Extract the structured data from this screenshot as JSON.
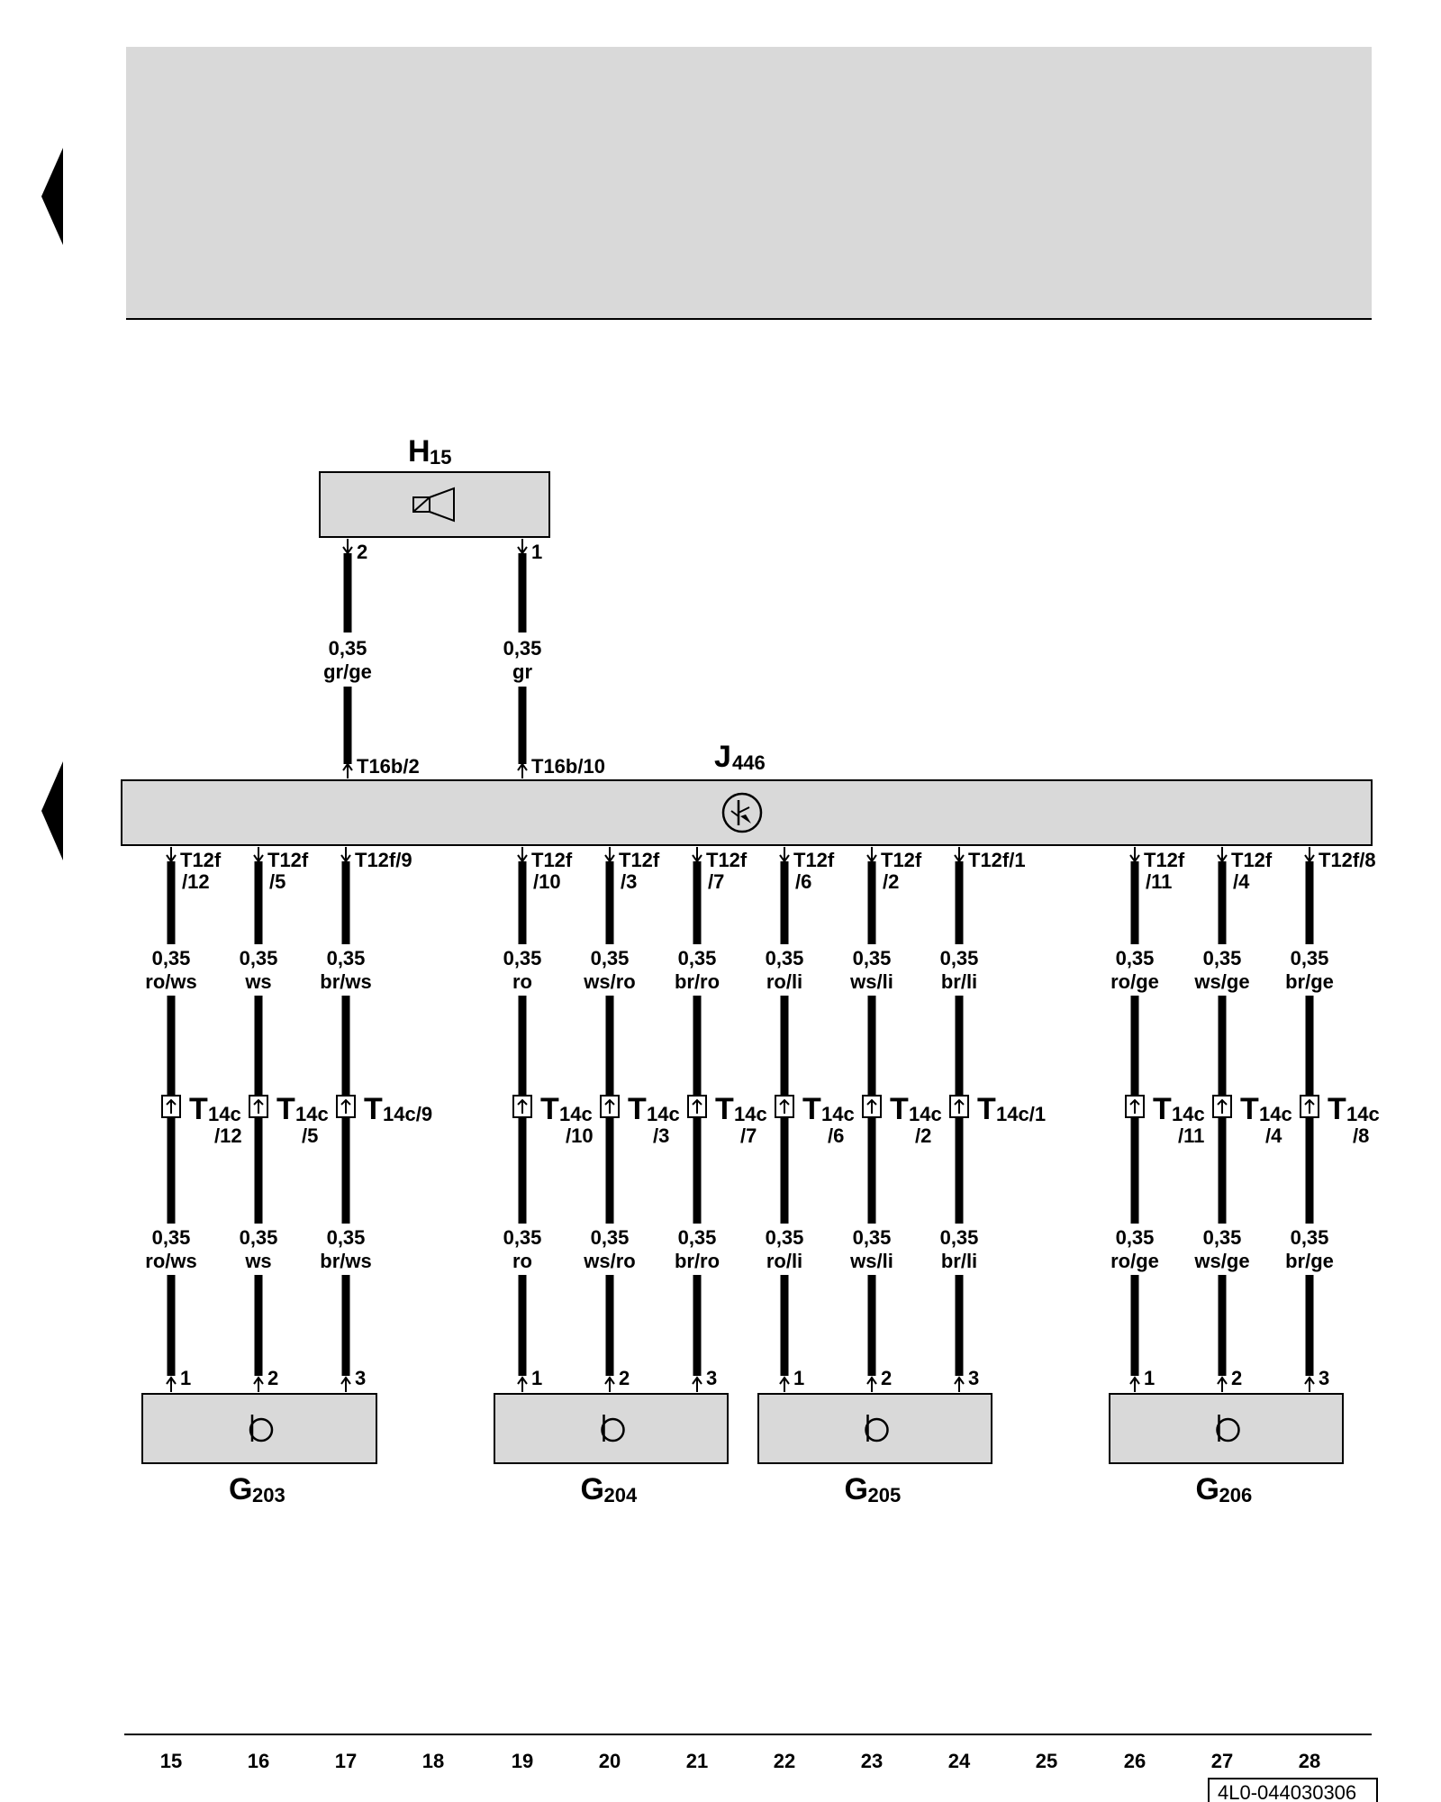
{
  "document_code": "4L0-044030306",
  "components": {
    "H15": {
      "letter": "H",
      "sub": "15",
      "pins": [
        "2",
        "1"
      ],
      "icon": "speaker-icon"
    },
    "J446": {
      "letter": "J",
      "sub": "446",
      "icon": "parking-aid-icon"
    },
    "G203": {
      "letter": "G",
      "sub": "203",
      "icon": "sensor-icon"
    },
    "G204": {
      "letter": "G",
      "sub": "204",
      "icon": "sensor-icon"
    },
    "G205": {
      "letter": "G",
      "sub": "205",
      "icon": "sensor-icon"
    },
    "G206": {
      "letter": "G",
      "sub": "206",
      "icon": "sensor-icon"
    }
  },
  "h15_wires": [
    {
      "pin_top": "2",
      "size": "0,35",
      "color": "gr/ge",
      "conn_bottom": "T16b/2"
    },
    {
      "pin_top": "1",
      "size": "0,35",
      "color": "gr",
      "conn_bottom": "T16b/10"
    }
  ],
  "lower_wires": [
    {
      "col": "15",
      "t12_a": "T12f",
      "t12_b": "/12",
      "size": "0,35",
      "color": "ro/ws",
      "t14_a": "/12",
      "pin": "1"
    },
    {
      "col": "16",
      "t12_a": "T12f",
      "t12_b": "/5",
      "size": "0,35",
      "color": "ws",
      "t14_a": "/5",
      "pin": "2"
    },
    {
      "col": "17",
      "t12_a": "T12f/9",
      "t12_b": "",
      "size": "0,35",
      "color": "br/ws",
      "t14_a": "/9",
      "pin": "3"
    },
    {
      "col": "19",
      "t12_a": "T12f",
      "t12_b": "/10",
      "size": "0,35",
      "color": "ro",
      "t14_a": "/10",
      "pin": "1"
    },
    {
      "col": "20",
      "t12_a": "T12f",
      "t12_b": "/3",
      "size": "0,35",
      "color": "ws/ro",
      "t14_a": "/3",
      "pin": "2"
    },
    {
      "col": "21",
      "t12_a": "T12f",
      "t12_b": "/7",
      "size": "0,35",
      "color": "br/ro",
      "t14_a": "/7",
      "pin": "3"
    },
    {
      "col": "22",
      "t12_a": "T12f",
      "t12_b": "/6",
      "size": "0,35",
      "color": "ro/li",
      "t14_a": "/6",
      "pin": "1"
    },
    {
      "col": "23",
      "t12_a": "T12f",
      "t12_b": "/2",
      "size": "0,35",
      "color": "ws/li",
      "t14_a": "/2",
      "pin": "2"
    },
    {
      "col": "24",
      "t12_a": "T12f/1",
      "t12_b": "",
      "size": "0,35",
      "color": "br/li",
      "t14_a": "/1",
      "pin": "3"
    },
    {
      "col": "26",
      "t12_a": "T12f",
      "t12_b": "/11",
      "size": "0,35",
      "color": "ro/ge",
      "t14_a": "/11",
      "pin": "1"
    },
    {
      "col": "27",
      "t12_a": "T12f",
      "t12_b": "/4",
      "size": "0,35",
      "color": "ws/ge",
      "t14_a": "/4",
      "pin": "2"
    },
    {
      "col": "28",
      "t12_a": "T12f/8",
      "t12_b": "",
      "size": "0,35",
      "color": "br/ge",
      "t14_a": "/8",
      "pin": "3"
    }
  ],
  "t14_prefix": {
    "letter": "T",
    "sub": "14c"
  },
  "column_numbers": [
    "15",
    "16",
    "17",
    "18",
    "19",
    "20",
    "21",
    "22",
    "23",
    "24",
    "25",
    "26",
    "27",
    "28"
  ],
  "colors": {
    "fill": "#d9d9d9",
    "wire": "#000000"
  }
}
